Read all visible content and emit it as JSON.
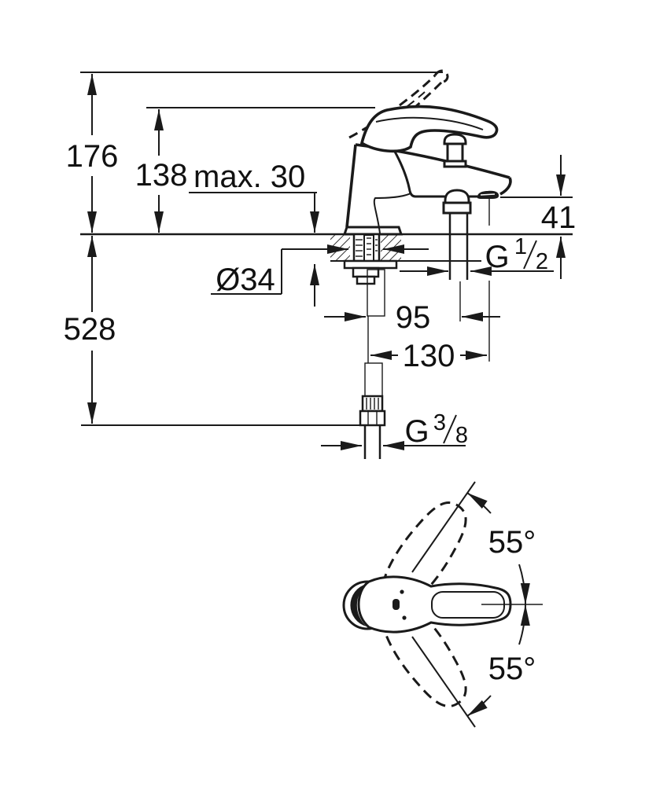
{
  "figure": {
    "title": "single-lever bath mixer dimensional drawing",
    "colors": {
      "ink": "#1a1a1a",
      "background": "#ffffff",
      "text": "#111111"
    },
    "side_view": {
      "labels": {
        "overall_height": "176",
        "handle_height": "138",
        "deck_thickness": "max. 30",
        "spout_to_deck": "41",
        "hole_diameter": "Ø34",
        "shower_outlet_offset": "95",
        "spout_reach": "130",
        "below_deck_length": "528",
        "shower_thread": {
          "prefix": "G",
          "numerator": "1",
          "denominator": "2"
        },
        "supply_thread": {
          "prefix": "G",
          "numerator": "3",
          "denominator": "8"
        }
      }
    },
    "top_view": {
      "labels": {
        "swivel_up": "55°",
        "swivel_down": "55°"
      }
    }
  }
}
